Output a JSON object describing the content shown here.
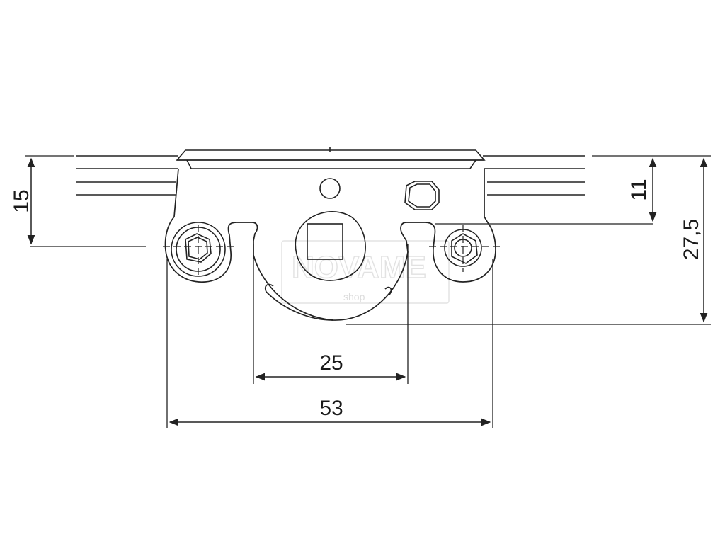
{
  "dimensions": {
    "left_height": "15",
    "right_small": "11",
    "right_total": "27,5",
    "inner_width": "25",
    "outer_width": "53"
  },
  "watermark": {
    "brand": "NOVAME",
    "sub": "shop"
  },
  "colors": {
    "line": "#222222",
    "background": "#ffffff",
    "watermark": "#dddddd"
  }
}
